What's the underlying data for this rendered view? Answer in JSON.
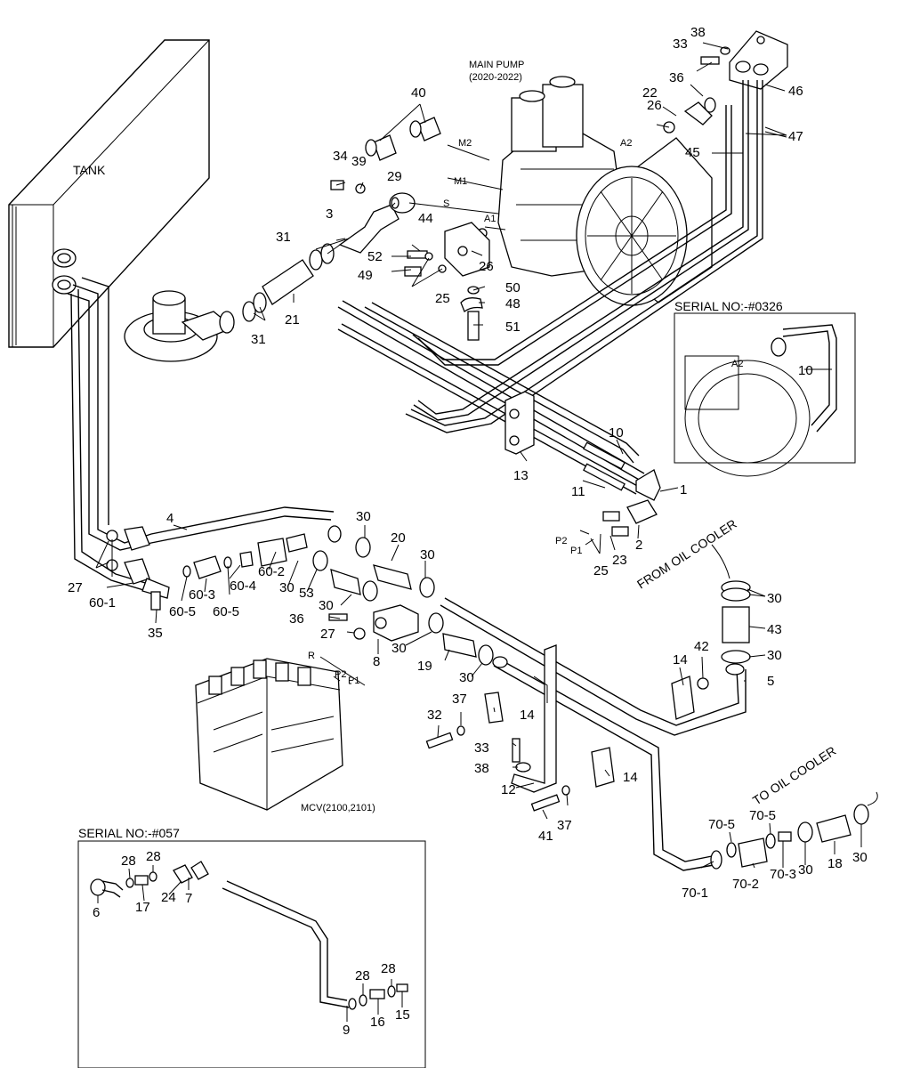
{
  "captions": {
    "tank": "TANK",
    "main_pump_line1": "MAIN PUMP",
    "main_pump_line2": "(2020-2022)",
    "mcv": "MCV(2100,2101)",
    "from_oil_cooler": "FROM OIL COOLER",
    "to_oil_cooler": "TO OIL COOLER",
    "serial_1": "SERIAL NO:-#0326",
    "serial_2": "SERIAL NO:-#057"
  },
  "port_labels": {
    "m2": "M2",
    "m1": "M1",
    "s": "S",
    "a1": "A1",
    "a2": "A2",
    "a2_inset": "A2",
    "r": "R",
    "p2_mcv": "P2",
    "p1_mcv": "P1",
    "p2": "P2",
    "p1": "P1"
  },
  "part_numbers": {
    "n1": "1",
    "n2": "2",
    "n3": "3",
    "n4": "4",
    "n5": "5",
    "n6": "6",
    "n7": "7",
    "n8": "8",
    "n9": "9",
    "n10": "10",
    "n10_inset": "10",
    "n11": "11",
    "n12": "12",
    "n13": "13",
    "n14_a": "14",
    "n14_b": "14",
    "n14_c": "14",
    "n15": "15",
    "n16": "16",
    "n17": "17",
    "n18": "18",
    "n19": "19",
    "n20": "20",
    "n21": "21",
    "n22": "22",
    "n23": "23",
    "n24": "24",
    "n25_a": "25",
    "n25_b": "25",
    "n26_a": "26",
    "n26_b": "26",
    "n27_a": "27",
    "n27_b": "27",
    "n28_a": "28",
    "n28_b": "28",
    "n28_c": "28",
    "n28_d": "28",
    "n29": "29",
    "n30_a": "30",
    "n30_b": "30",
    "n30_c": "30",
    "n30_d": "30",
    "n30_e": "30",
    "n30_f": "30",
    "n30_g": "30",
    "n30_h": "30",
    "n30_i": "30",
    "n30_j": "30",
    "n31_a": "31",
    "n31_b": "31",
    "n32": "32",
    "n33_a": "33",
    "n33_b": "33",
    "n34": "34",
    "n35": "35",
    "n36_a": "36",
    "n36_b": "36",
    "n37_a": "37",
    "n37_b": "37",
    "n38_a": "38",
    "n38_b": "38",
    "n39": "39",
    "n40": "40",
    "n41": "41",
    "n42": "42",
    "n43": "43",
    "n44": "44",
    "n45": "45",
    "n46": "46",
    "n47": "47",
    "n48": "48",
    "n49": "49",
    "n50": "50",
    "n51": "51",
    "n52": "52",
    "n53": "53",
    "n60_1": "60-1",
    "n60_2": "60-2",
    "n60_3": "60-3",
    "n60_4": "60-4",
    "n60_5_a": "60-5",
    "n60_5_b": "60-5",
    "n70_1": "70-1",
    "n70_2": "70-2",
    "n70_3": "70-3",
    "n70_5_a": "70-5",
    "n70_5_b": "70-5"
  }
}
